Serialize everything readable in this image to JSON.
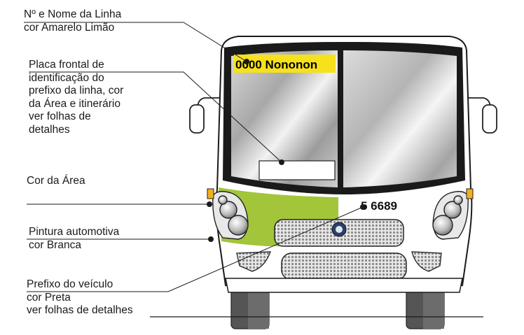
{
  "labels": {
    "line_name": [
      "Nº e Nome da Linha",
      "cor Amarelo Limão"
    ],
    "front_plate": [
      "Placa frontal de",
      "identificação do",
      "prefixo da linha, cor",
      "da Área e itinerário",
      "ver folhas de",
      "detalhes"
    ],
    "area_color": [
      "Cor da Área"
    ],
    "paint": [
      "Pintura automotiva",
      "cor Branca"
    ],
    "prefix": [
      "Prefixo do veículo",
      "cor Preta",
      "ver folhas de detalhes"
    ]
  },
  "bus": {
    "destination_sign": "0000 Nononon",
    "vehicle_number": "5 6689"
  },
  "colors": {
    "area_green": "#A2C53A",
    "sign_yellow": "#F6E11C",
    "indicator_amber": "#F0B020",
    "outline": "#1a1a1a"
  }
}
